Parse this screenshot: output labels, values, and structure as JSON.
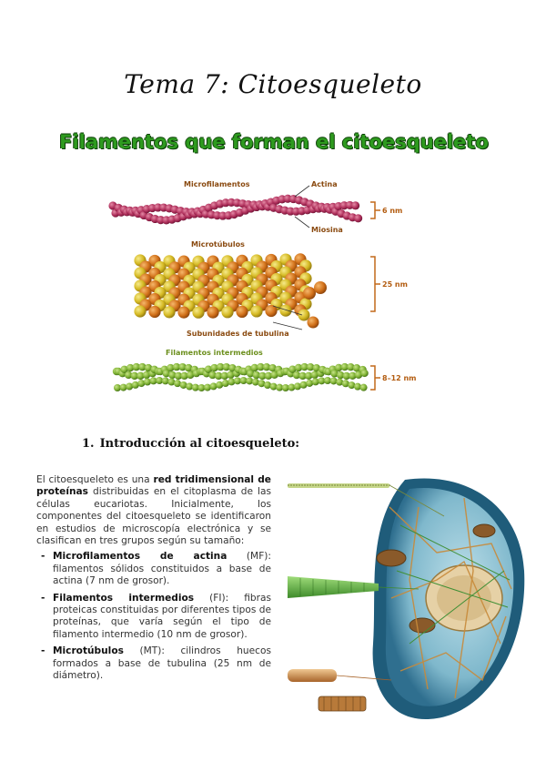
{
  "page": {
    "title": "Tema 7: Citoesqueleto"
  },
  "figure": {
    "heading": "Filamentos que forman el citoesqueleto",
    "labels": {
      "microfilamentos": "Microfilamentos",
      "actina": "Actina",
      "miosina": "Miosina",
      "microtubulos": "Microtúbulos",
      "subunidades": "Subunidades de tubulina",
      "intermedios": "Filamentos intermedios"
    },
    "sizes": {
      "microfilamentos": "6 nm",
      "microtubulos": "25 nm",
      "intermedios": "8–12 nm"
    },
    "colors": {
      "actin": "#b0305c",
      "tubulin_a": "#d5b923",
      "tubulin_b": "#d2711a",
      "intermediate": "#7fb234"
    }
  },
  "section": {
    "number": "1.",
    "title": "Introducción al citoesqueleto:"
  },
  "intro": {
    "p1_a": "El citoesqueleto es una ",
    "p1_bold": "red tridimensional de proteínas",
    "p1_b": " distribuidas en el citoplasma de las células eucariotas. Inicialmente, los componentes del citoesqueleto se identificaron en estudios de microscopía electrónica y se clasifican en tres grupos según su tamaño:",
    "items": [
      {
        "dash": "-",
        "bold": "Microfilamentos de actina",
        "text": " (MF): filamentos sólidos constituidos a base de actina (7 nm de grosor)."
      },
      {
        "dash": "-",
        "bold": "Filamentos intermedios",
        "text": " (FI): fibras proteicas constituidas por diferentes tipos de proteínas, que varía según el tipo de filamento intermedio (10 nm de grosor)."
      },
      {
        "dash": "-",
        "bold": "Microtúbulos",
        "text": " (MT): cilindros huecos formados a base de tubulina (25 nm de diámetro)."
      }
    ]
  }
}
